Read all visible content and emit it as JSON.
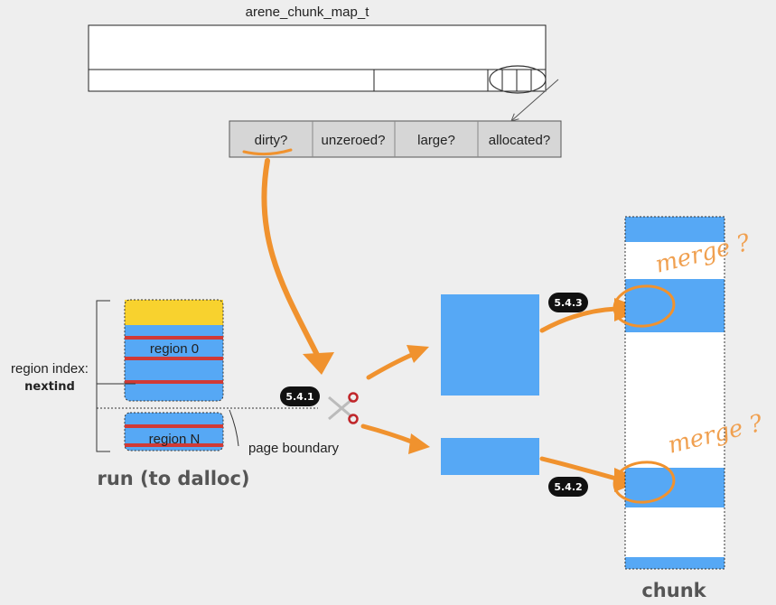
{
  "struct_title": "arene_chunk_map_t",
  "bits": {
    "dirty": "dirty?",
    "unzeroed": "unzeroed?",
    "large": "large?",
    "allocated": "allocated?"
  },
  "run": {
    "region_first": "region 0",
    "region_last": "region N",
    "index_label": "region index:",
    "index_name": "nextind",
    "page_boundary": "page boundary",
    "caption": "run (to dalloc)"
  },
  "steps": {
    "split": "5.4.1",
    "merge_low": "5.4.2",
    "merge_high": "5.4.3"
  },
  "merge_label": "merge ?",
  "chunk_caption": "chunk",
  "colors": {
    "background": "#eeeeee",
    "blue": "#56a8f5",
    "red": "#d03a36",
    "yellow": "#f8d22e",
    "orange": "#f0922e",
    "badge": "#111111"
  }
}
